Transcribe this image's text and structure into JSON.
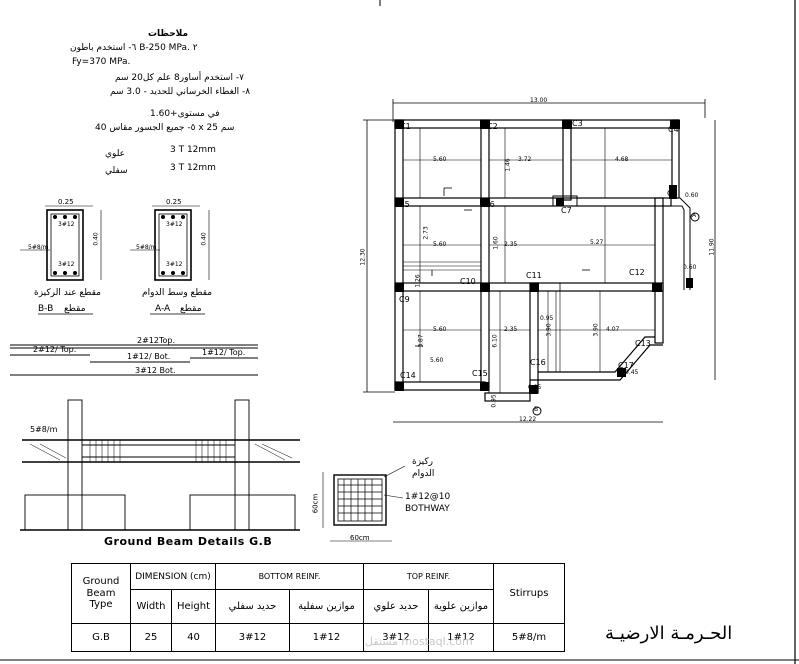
{
  "notes": {
    "heading": "ملاحظات",
    "n1": "٦- استخدم باطون B-250 MPa. ٢",
    "n1b": "Fy=370 MPa.",
    "n2": "٧- استخدم أساور8 علم كل20 سم",
    "n3": "٨- الغطاء الخرساني للحديد - 3.0 سم",
    "n4": "في مستوى+1.60",
    "n5": "٥- جميع الجسور مقاس 40 x 25 سم",
    "top_label": "علوي",
    "top_value": "3 T 12mm",
    "bot_label": "سفلي",
    "bot_value": "3 T 12mm"
  },
  "sections": {
    "left": {
      "width": "0.25",
      "height": "0.40",
      "top_bars": "3#12",
      "bot_bars": "3#12",
      "stirrup": "5#8/m",
      "title_ar": "مقطع عند الركيزة",
      "title_code": "B-B",
      "title_word": "مقطع"
    },
    "right": {
      "width": "0.25",
      "height": "0.40",
      "top_bars": "3#12",
      "bot_bars": "3#12",
      "stirrup": "5#8/m",
      "title_ar": "مقطع وسط الدوام",
      "title_code": "A-A",
      "title_word": "مقطع"
    }
  },
  "rebar_diagram": {
    "top_center": "2#12Top.",
    "top_left": "2#12/ Top.",
    "mid_center": "1#12/ Bot.",
    "mid_right": "1#12/ Top.",
    "bot_center": "3#12 Bot."
  },
  "ground_beam": {
    "stirrup_label": "5#8/m",
    "title": "Ground Beam Details G.B"
  },
  "footing": {
    "label_ar_1": "ركيزة",
    "label_ar_2": "الدوام",
    "mesh": "1#12@10",
    "mesh_dir": "BOTHWAY",
    "dim_side": "60cm",
    "dim_bottom": "60cm"
  },
  "plan": {
    "overall_top": "13.00",
    "overall_bottom": "12.22",
    "overall_left": "12.30",
    "overall_right": "11.90",
    "columns": [
      "C1",
      "C2",
      "C3",
      "C4",
      "C5",
      "C6",
      "C7",
      "C8",
      "C9",
      "C10",
      "C11",
      "C12",
      "C13",
      "C14",
      "C15",
      "C16",
      "C17"
    ],
    "spans": [
      "5.60",
      "3.72",
      "4.68",
      "2.73",
      "5.60",
      "2.35",
      "5.27",
      "5.60",
      "2.35",
      "4.07",
      "3.87",
      "5.60",
      "6.10",
      "3.90",
      "3.90",
      "0.95",
      "1.60",
      "1.26",
      "1.46",
      "0.60",
      "0.60",
      "0.95",
      "0.45",
      "0.95"
    ],
    "section_marks": [
      "A",
      "B"
    ]
  },
  "schedule": {
    "headers": {
      "type": "Ground\nBeam\nType",
      "dimension": "DIMENSION (cm)",
      "width": "Width",
      "height": "Height",
      "bottom": "BOTTOM REINF.",
      "top": "TOP REINF.",
      "bot_ar1": "حديد سفلي",
      "bot_ar2": "موازين سفلية",
      "top_ar1": "حديد علوي",
      "top_ar2": "موازين علوية",
      "stirrups": "Stirrups"
    },
    "row": {
      "type": "G.B",
      "width": "25",
      "height": "40",
      "bot1": "3#12",
      "bot2": "1#12",
      "top1": "3#12",
      "top2": "1#12",
      "stirrups": "5#8/m"
    }
  },
  "sheet_title": "الحـرمـة الارضيـة",
  "watermark": "مستقل mostaql.com"
}
